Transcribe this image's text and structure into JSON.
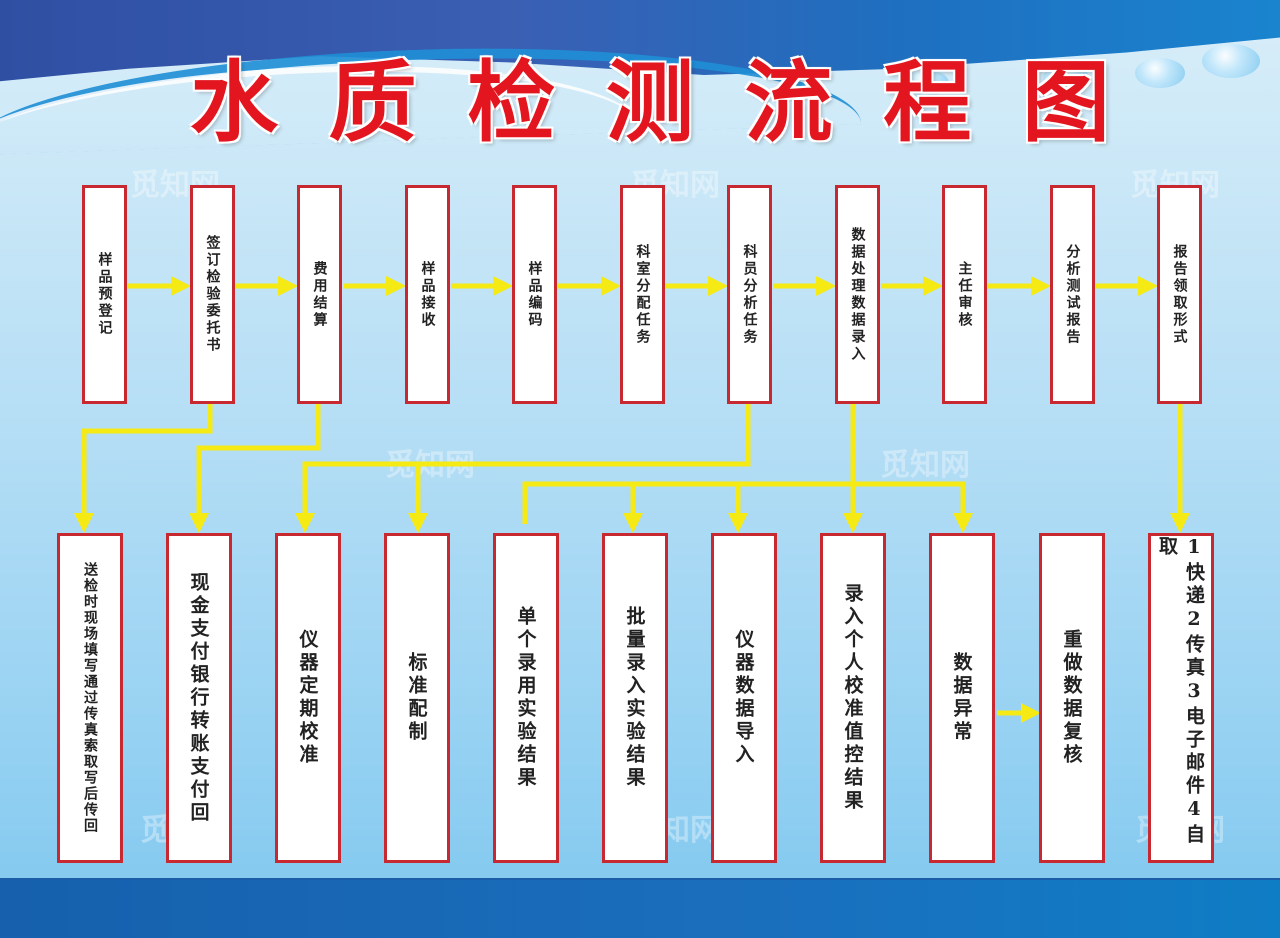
{
  "title": {
    "chars": [
      "水",
      "质",
      "检",
      "测",
      "流",
      "程",
      "图"
    ],
    "text": "水质检测流程图",
    "color": "#e3161f"
  },
  "main_flow": [
    {
      "id": "s1",
      "label": "样品预登记"
    },
    {
      "id": "s2",
      "label": "签订检验委托书"
    },
    {
      "id": "s3",
      "label": "费用结算"
    },
    {
      "id": "s4",
      "label": "样品接收"
    },
    {
      "id": "s5",
      "label": "样品编码"
    },
    {
      "id": "s6",
      "label": "科室分配任务"
    },
    {
      "id": "s7",
      "label": "科员分析任务"
    },
    {
      "id": "s8",
      "label": "数据处理数据录入"
    },
    {
      "id": "s9",
      "label": "主任审核"
    },
    {
      "id": "s10",
      "label": "分析测试报告"
    },
    {
      "id": "s11",
      "label": "报告领取形式"
    }
  ],
  "sub_items": [
    {
      "id": "d1",
      "label": "送检时现场填写通过传真索取写后传回",
      "parent": "s2"
    },
    {
      "id": "d2",
      "label": "现金支付银行转账支付回",
      "parent": "s3"
    },
    {
      "id": "d3",
      "label": "仪器定期校准",
      "parent": "s7"
    },
    {
      "id": "d4",
      "label": "标准配制",
      "parent": "s7"
    },
    {
      "id": "d5",
      "label": "单个录用实验结果",
      "parent": "s8"
    },
    {
      "id": "d6",
      "label": "批量录入实验结果",
      "parent": "s8"
    },
    {
      "id": "d7",
      "label": "仪器数据导入",
      "parent": "s8"
    },
    {
      "id": "d8",
      "label": "录入个人校准值控结果",
      "parent": "s8"
    },
    {
      "id": "d9",
      "label": "数据异常",
      "parent": "s8"
    },
    {
      "id": "d10",
      "label": "重做数据复核",
      "parent": "d9"
    },
    {
      "id": "d11",
      "label": "1快递2传真3电子邮件4自取",
      "parent": "s11"
    }
  ],
  "watermark": "觅知网",
  "colors": {
    "box_border": "#c8282f",
    "arrow": "#f5ea14",
    "title": "#e3161f"
  }
}
